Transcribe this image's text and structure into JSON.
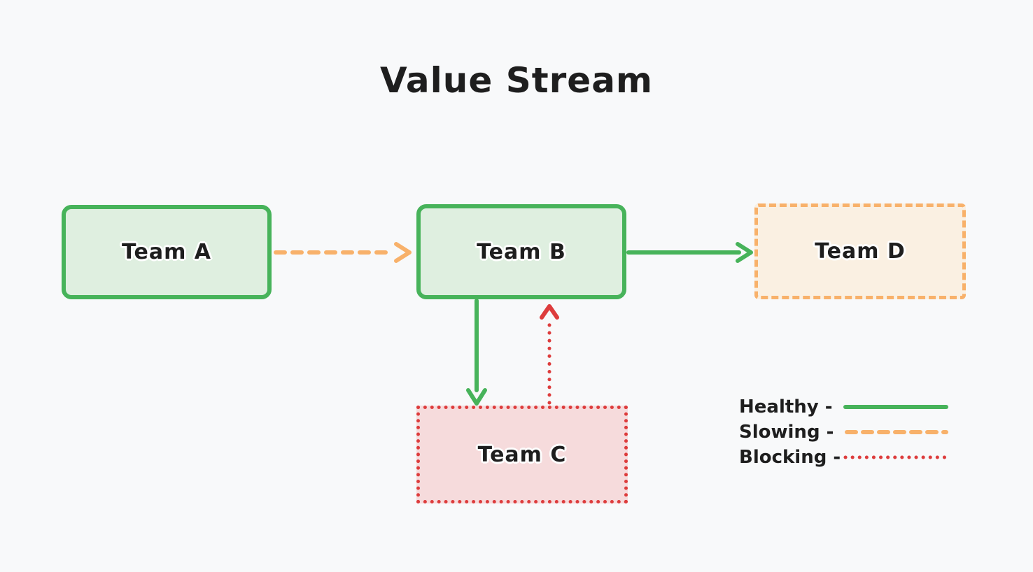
{
  "title": "Value Stream",
  "nodes": [
    {
      "id": "team-a",
      "label": "Team A",
      "status": "healthy"
    },
    {
      "id": "team-b",
      "label": "Team B",
      "status": "healthy"
    },
    {
      "id": "team-c",
      "label": "Team C",
      "status": "blocking"
    },
    {
      "id": "team-d",
      "label": "Team D",
      "status": "slowing"
    }
  ],
  "edges": [
    {
      "from": "Team A",
      "to": "Team B",
      "status": "slowing",
      "style": "dashed"
    },
    {
      "from": "Team B",
      "to": "Team D",
      "status": "healthy",
      "style": "solid"
    },
    {
      "from": "Team B",
      "to": "Team C",
      "status": "healthy",
      "style": "solid"
    },
    {
      "from": "Team C",
      "to": "Team B",
      "status": "blocking",
      "style": "dotted"
    }
  ],
  "legend": {
    "items": [
      {
        "label": "Healthy -",
        "status": "healthy",
        "style": "solid",
        "color": "#47b35a"
      },
      {
        "label": "Slowing -",
        "status": "slowing",
        "style": "dashed",
        "color": "#f8b16a"
      },
      {
        "label": "Blocking -",
        "status": "blocking",
        "style": "dotted",
        "color": "#dd3c3c"
      }
    ]
  },
  "colors": {
    "background": "#f8f9fa",
    "text": "#1e1e1e",
    "healthy_stroke": "#47b35a",
    "healthy_fill": "#dfefe0",
    "slowing_stroke": "#f8b16a",
    "slowing_fill": "#faf0e2",
    "blocking_stroke": "#dd3c3c",
    "blocking_fill": "#f6dbdc"
  }
}
